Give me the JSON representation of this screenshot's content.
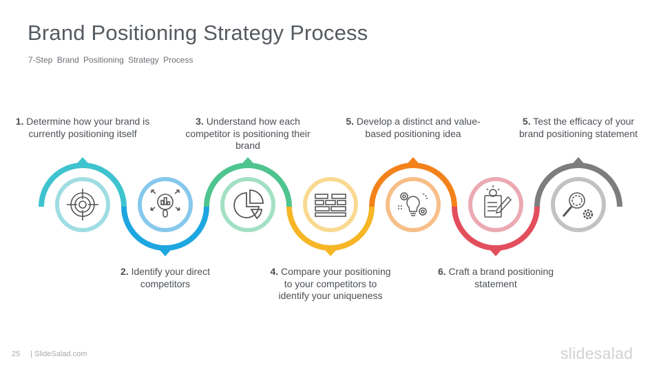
{
  "title": "Brand Positioning Strategy Process",
  "subtitle": "7-Step Brand  Positioning  Strategy Process",
  "steps": [
    {
      "num": "1.",
      "text": "Determine how your brand is currently positioning itself",
      "color": "#3ec3cf",
      "inner": "#9fdde3",
      "icon": "target-icon"
    },
    {
      "num": "2.",
      "text": "Identify your direct competitors",
      "color": "#1ea6e0",
      "inner": "#86c8ec",
      "icon": "magnifier-chart-icon"
    },
    {
      "num": "3.",
      "text": "Understand how each competitor is positioning their brand",
      "color": "#4ec48f",
      "inner": "#a2e0c4",
      "icon": "pie-chart-icon"
    },
    {
      "num": "4.",
      "text": "Compare your positioning to your competitors to identify your uniqueness",
      "color": "#f6b626",
      "inner": "#f9d991",
      "icon": "comparison-table-icon"
    },
    {
      "num": "5.",
      "text": "Develop a distinct and value-based positioning idea",
      "color": "#f3821b",
      "inner": "#f7be88",
      "icon": "lightbulb-gears-icon"
    },
    {
      "num": "6.",
      "text": "Craft a brand positioning statement",
      "color": "#e34e5d",
      "inner": "#ebaab2",
      "icon": "document-pen-icon"
    },
    {
      "num": "5.",
      "text": "Test the efficacy of your brand positioning statement",
      "color": "#7d7d7d",
      "inner": "#c2c2c2",
      "icon": "search-gear-icon"
    }
  ],
  "footer": {
    "page": "25",
    "site": "SlideSalad.com"
  },
  "logo": "slidesalad"
}
